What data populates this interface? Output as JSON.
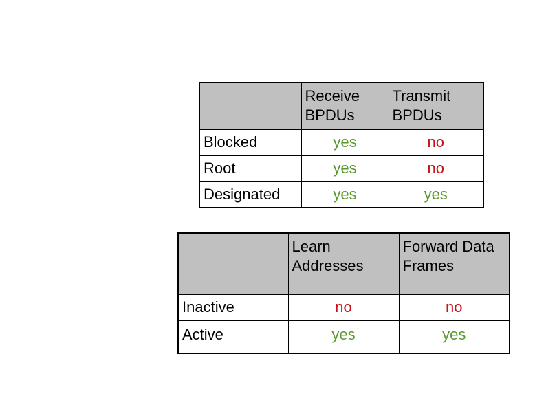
{
  "table1": {
    "headers": [
      "",
      "Receive BPDUs",
      "Transmit BPDUs"
    ],
    "rows": [
      {
        "label": "Blocked",
        "receive": "yes",
        "transmit": "no"
      },
      {
        "label": "Root",
        "receive": "yes",
        "transmit": "no"
      },
      {
        "label": "Designated",
        "receive": "yes",
        "transmit": "yes"
      }
    ]
  },
  "table2": {
    "headers": [
      "",
      "Learn Addresses",
      "Forward Data Frames"
    ],
    "rows": [
      {
        "label": "Inactive",
        "learn": "no",
        "forward": "no"
      },
      {
        "label": "Active",
        "learn": "yes",
        "forward": "yes"
      }
    ]
  },
  "colors": {
    "yes": "#5a9a2c",
    "no": "#c8141a",
    "header_bg": "#c0c0c0"
  }
}
